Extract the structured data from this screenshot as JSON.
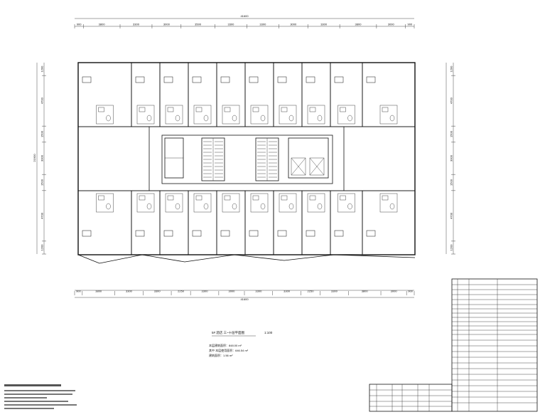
{
  "drawing": {
    "total_dimension_top": "41600",
    "total_dimension_bottom": "41600",
    "total_dimension_left": "21900",
    "top_dimensions": [
      "900",
      "3800",
      "3300",
      "3000",
      "3500",
      "3300",
      "3300",
      "3000",
      "3300",
      "3800",
      "3000",
      "900"
    ],
    "bottom_dimensions": [
      "900",
      "3800",
      "3300",
      "3300",
      "2250",
      "3300",
      "3000",
      "3300",
      "3300",
      "2250",
      "3300",
      "3800",
      "3000",
      "900"
    ],
    "left_dimensions": [
      "1200",
      "4700",
      "1500",
      "3000",
      "1500",
      "4700",
      "1200"
    ],
    "right_dimensions": [
      "1200",
      "4700",
      "1500",
      "3000",
      "1500",
      "4700",
      "1200"
    ],
    "scale": "1:100"
  },
  "title_block": {
    "caption": "5# 酒店  三~十层平面图",
    "area_lines": [
      "本层建筑面积：848.00   m²",
      "其中  本层使用面积：646.54   m²",
      "         建筑面积：1.56   m²"
    ]
  }
}
